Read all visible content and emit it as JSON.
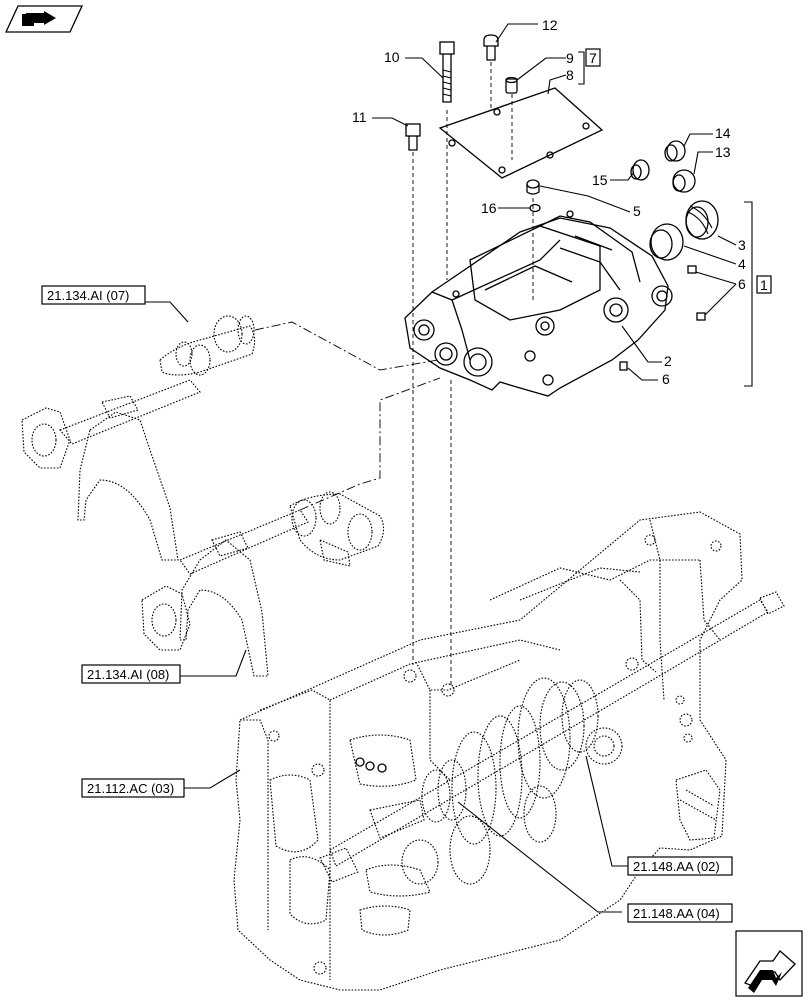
{
  "callouts": {
    "c1": "1",
    "c2": "2",
    "c3": "3",
    "c4": "4",
    "c5": "5",
    "c6a": "6",
    "c6b": "6",
    "c7": "7",
    "c8": "8",
    "c9": "9",
    "c10": "10",
    "c11": "11",
    "c12": "12",
    "c13": "13",
    "c14": "14",
    "c15": "15",
    "c16": "16"
  },
  "references": {
    "r1": "21.134.AI (07)",
    "r2": "21.134.AI (08)",
    "r3": "21.112.AC (03)",
    "r4": "21.148.AA (02)",
    "r5": "21.148.AA (04)"
  },
  "icons": {
    "top_left": "book-arrow-icon",
    "bottom_right": "next-page-arrow-icon"
  }
}
